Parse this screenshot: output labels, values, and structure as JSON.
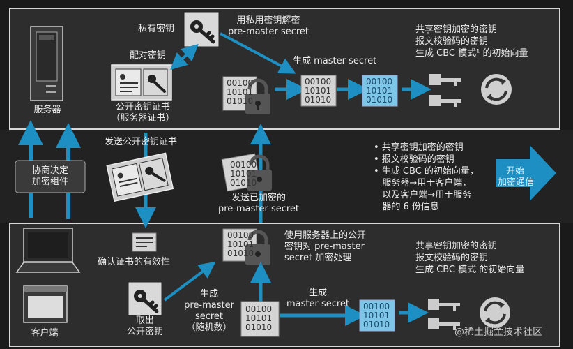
{
  "server": {
    "label": "服务器",
    "private_key": "私有密钥",
    "decrypt_text": "用私用密钥解密\npre-master secret",
    "key_pair": "配对密钥",
    "public_cert": "公开密钥证书\n（服务器证书）",
    "gen_master": "生成 master secret",
    "keys_list": "共享密钥加密的密钥\n报文校验码的密钥\n生成 CBC 模式¹ 的初始向量"
  },
  "middle": {
    "negotiate": "协商决定\n加密组件",
    "send_cert": "发送公开密钥证书",
    "sent_encrypted": "发送已加密的\npre-master secret",
    "info_list": "• 共享密钥加密的密钥\n• 报文校验码的密钥\n• 生成 CBC 的初始向量，\n   服务器→用于客户端，\n   以及客户端→用于服务\n   器的 6 份信息",
    "start_label": "开始\n加密通信"
  },
  "client": {
    "label": "客户端",
    "verify_cert": "确认证书的有效性",
    "take_key": "取出\n公开密钥",
    "gen_pre": "生成\npre-master\nsecret\n（随机数）",
    "encrypt_text": "使用服务器上的公开\n密钥对 pre-master\nsecret 加密处理",
    "gen_master": "生成\nmaster secret",
    "keys_list": "共享密钥加密的密钥\n报文校验码的密钥\n生成 CBC 模式 的初始向量"
  },
  "binary_text": "00100\n10101\n01010",
  "watermark": "@稀土掘金技术社区",
  "colors": {
    "arrow": "#1e8fc2",
    "start_arrow": "#1e8fc2",
    "panel": "#2d2d2d",
    "outline": "#d8d8d8",
    "blue_box": "#7ec6e8",
    "lock": "#555555"
  }
}
